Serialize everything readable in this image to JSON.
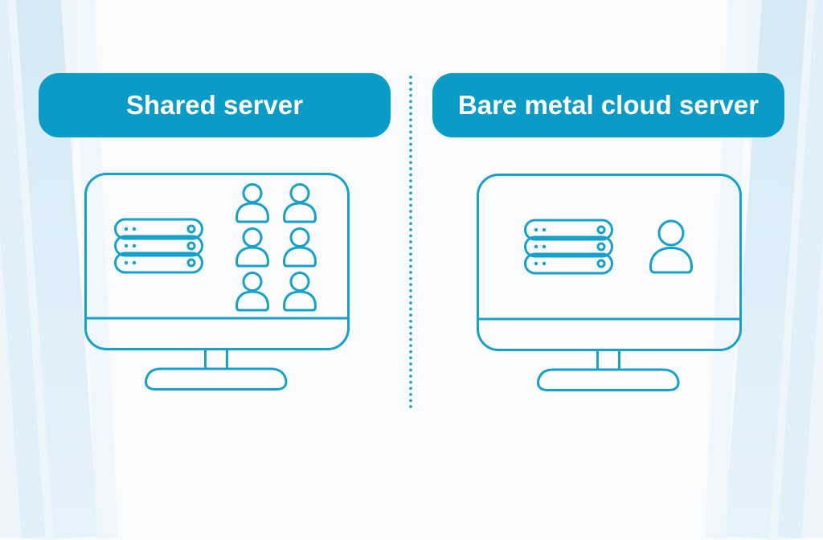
{
  "panels": [
    {
      "id": "shared-server",
      "label": "Shared server",
      "monitor": {
        "server_units": 3,
        "user_count": 6
      }
    },
    {
      "id": "bare-metal-cloud-server",
      "label": "Bare metal cloud server",
      "monitor": {
        "server_units": 3,
        "user_count": 1
      }
    }
  ],
  "divider": {
    "type": "vertical-dotted",
    "color": "#18a0ca"
  },
  "colors": {
    "accent_fill": "#0a9bc6",
    "icon_stroke": "#16a0ca",
    "label_text": "#ffffff",
    "background": "#f9fbfd",
    "stripe_light_blue": "#d3e9f5"
  },
  "icons": [
    "server-stack-icon",
    "user-icon",
    "monitor-icon"
  ]
}
